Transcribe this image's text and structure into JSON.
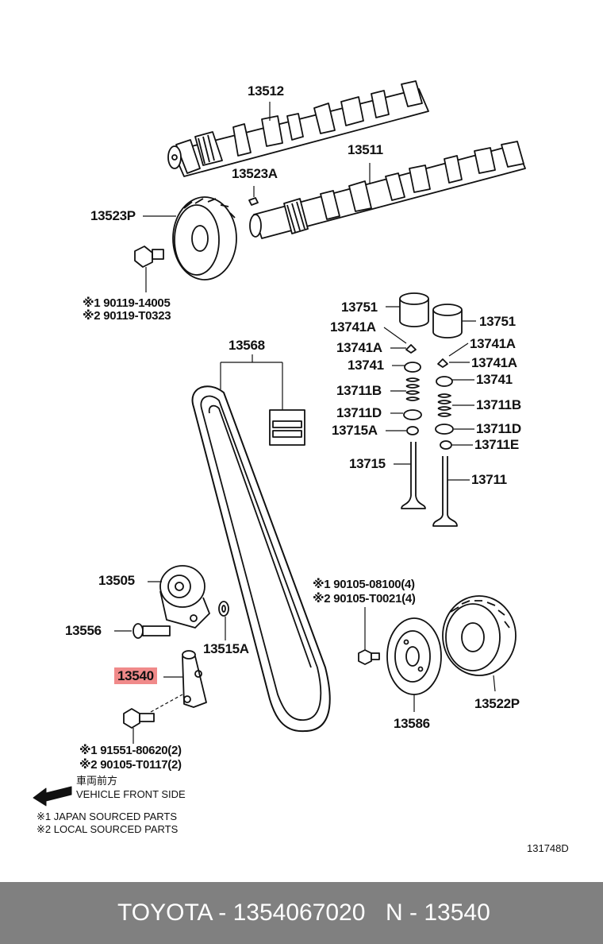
{
  "parts": {
    "p13512": "13512",
    "p13511": "13511",
    "p13523A": "13523A",
    "p13523P": "13523P",
    "bolt_pulley_1": "※1 90119-14005",
    "bolt_pulley_2": "※2 90119-T0323",
    "p13568": "13568",
    "p13751_a": "13751",
    "p13751_b": "13751",
    "p13741A_1": "13741A",
    "p13741A_2": "13741A",
    "p13741A_3": "13741A",
    "p13741A_4": "13741A",
    "p13741_a": "13741",
    "p13741_b": "13741",
    "p13711B_a": "13711B",
    "p13711B_b": "13711B",
    "p13711D_a": "13711D",
    "p13711D_b": "13711D",
    "p13715A": "13715A",
    "p13711E": "13711E",
    "p13715": "13715",
    "p13711": "13711",
    "p13505": "13505",
    "p13556": "13556",
    "p13515A": "13515A",
    "p13540": "13540",
    "bolt_crank_1": "※1 90105-08100(4)",
    "bolt_crank_2": "※2 90105-T0021(4)",
    "p13586": "13586",
    "p13522P": "13522P",
    "bolt_tens_1": "※1 91551-80620(2)",
    "bolt_tens_2": "※2 90105-T0117(2)"
  },
  "legend": {
    "front_jp": "車両前方",
    "front_en": "VEHICLE FRONT SIDE",
    "note1": "※1 JAPAN SOURCED PARTS",
    "note2": "※2 LOCAL SOURCED PARTS",
    "diagram_id": "131748D"
  },
  "footer": {
    "brand_part": "TOYOTA - 1354067020",
    "ref": "N - 13540"
  },
  "colors": {
    "highlight": "#f08a8a",
    "footer_bg": "#808080"
  }
}
